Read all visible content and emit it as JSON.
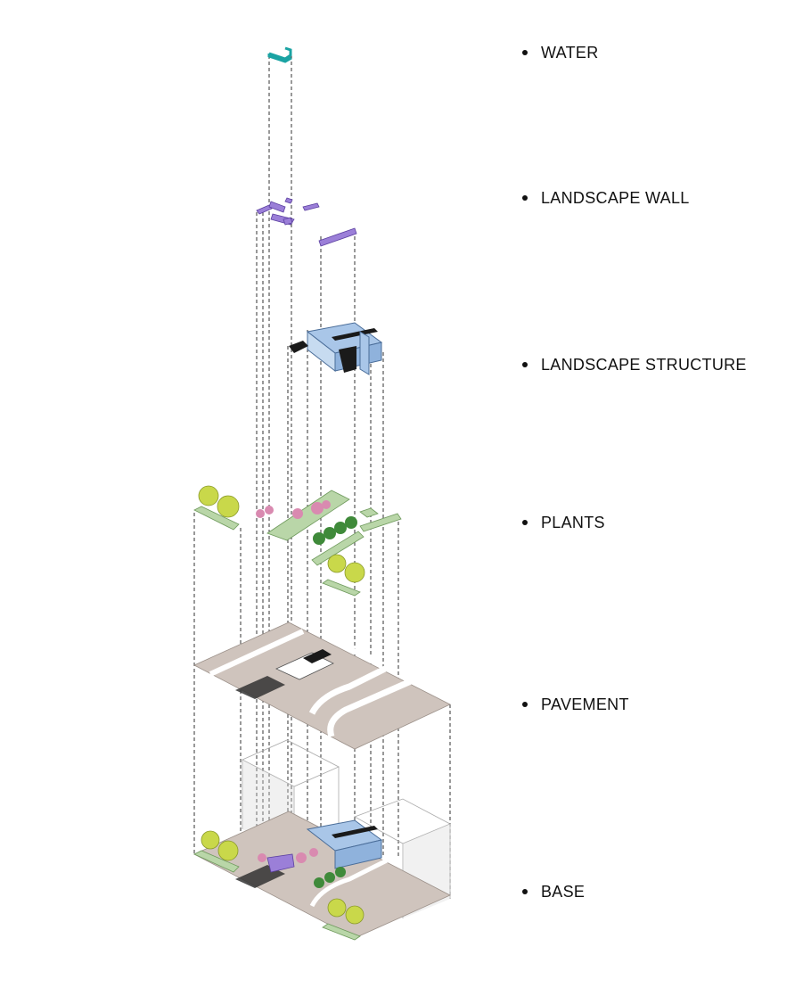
{
  "layers": [
    {
      "id": "water",
      "label": "WATER"
    },
    {
      "id": "landscape-wall",
      "label": "LANDSCAPE WALL"
    },
    {
      "id": "landscape-structure",
      "label": "LANDSCAPE STRUCTURE"
    },
    {
      "id": "plants",
      "label": "PLANTS"
    },
    {
      "id": "pavement",
      "label": "PAVEMENT"
    },
    {
      "id": "base",
      "label": "BASE"
    }
  ],
  "colors": {
    "water": "#1aa3a3",
    "wall": "#9b7fd8",
    "structure": "#a9c6e8",
    "structure_dark": "#1a1a1a",
    "pavement": "#cfc4bd",
    "planting_bed": "#b9d6a8",
    "tree_yellow": "#c9d84a",
    "tree_green": "#3f8a3a",
    "blossom": "#d98ab0",
    "box": "#d8d8d8",
    "guide_line": "#333333"
  }
}
